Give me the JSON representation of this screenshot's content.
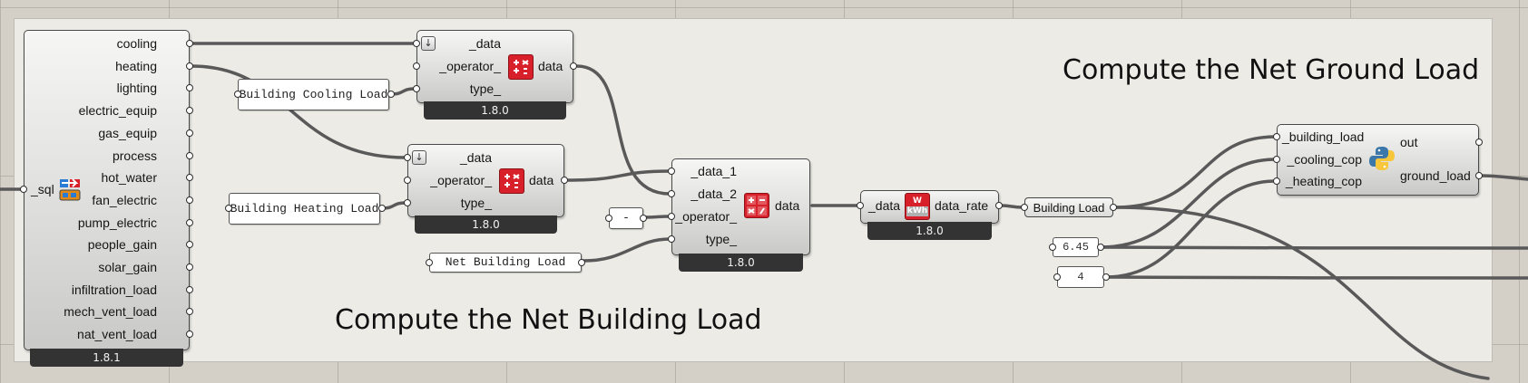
{
  "canvas": {
    "group_titles": {
      "net_building": "Compute the Net Building Load",
      "net_ground": "Compute the Net Ground Load"
    }
  },
  "components": {
    "read_results": {
      "input": "_sql",
      "outputs": [
        "cooling",
        "heating",
        "lighting",
        "electric_equip",
        "gas_equip",
        "process",
        "hot_water",
        "fan_electric",
        "pump_electric",
        "people_gain",
        "solar_gain",
        "infiltration_load",
        "mech_vent_load",
        "nat_vent_load"
      ],
      "version": "1.8.1",
      "icon": "energy-results-icon"
    },
    "arith_cooling": {
      "inputs": [
        "_data",
        "_operator_",
        "type_"
      ],
      "output": "data",
      "version": "1.8.0",
      "icon": "arithmetic-icon"
    },
    "arith_heating": {
      "inputs": [
        "_data",
        "_operator_",
        "type_"
      ],
      "output": "data",
      "version": "1.8.0",
      "icon": "arithmetic-icon"
    },
    "arith_net": {
      "inputs": [
        "_data_1",
        "_data_2",
        "_operator_",
        "type_"
      ],
      "output": "data",
      "version": "1.8.0",
      "icon": "arithmetic-operations-icon"
    },
    "to_rate": {
      "input": "_data",
      "output": "data_rate",
      "version": "1.8.0",
      "icon": "watt-kwh-icon",
      "icon_top": "W",
      "icon_bottom": "kWh"
    },
    "ground_load": {
      "inputs": [
        "_building_load",
        "_cooling_cop",
        "_heating_cop"
      ],
      "outputs": [
        "out",
        "ground_load"
      ],
      "icon": "python-icon"
    }
  },
  "panels": {
    "cooling_label": "Building Cooling Load",
    "heating_label": "Building Heating Load",
    "net_label": "Net Building Load",
    "operator": "-",
    "relay": "Building Load",
    "cooling_cop": "6.45",
    "heating_cop": "4"
  },
  "colors": {
    "canvas": "#d4d0c8",
    "group": "#ecebe6",
    "wire": "#595959",
    "version_bar": "#333333",
    "ladybug_red": "#d8202a"
  }
}
